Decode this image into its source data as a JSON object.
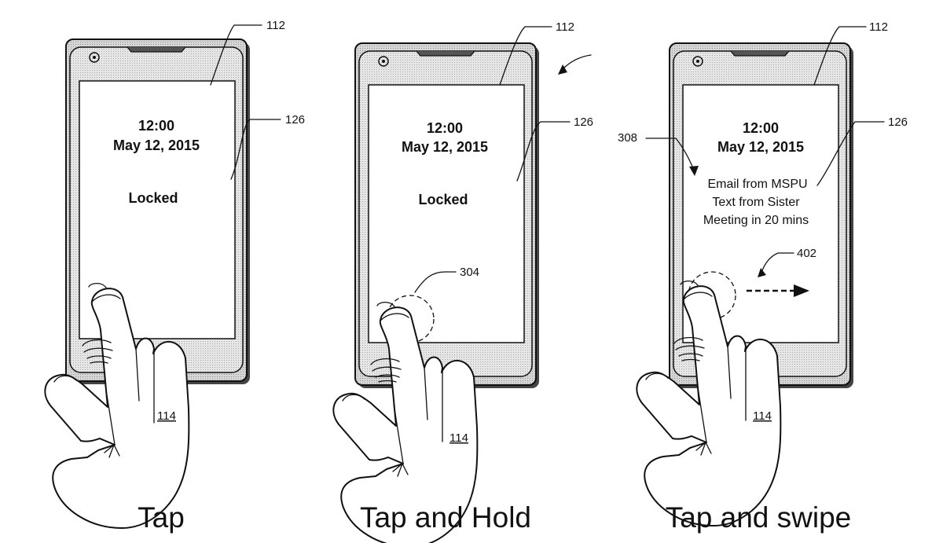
{
  "colors": {
    "ink": "#111111",
    "phone_shadow": "#444444",
    "phone_body": "#c9c9c9",
    "bezel": "#e2e2e2",
    "screen": "#ffffff"
  },
  "panels": [
    {
      "caption": "Tap",
      "ref_device": "112",
      "ref_screen": "126",
      "time": "12:00",
      "date": "May 12, 2015",
      "status": "Locked",
      "ref_hand": "114"
    },
    {
      "caption": "Tap and Hold",
      "ref_device": "112",
      "ref_screen": "126",
      "ref_touch": "304",
      "time": "12:00",
      "date": "May 12, 2015",
      "status": "Locked",
      "ref_hand": "114"
    },
    {
      "caption": "Tap and swipe",
      "ref_device": "112",
      "ref_screen": "126",
      "ref_notifications": "308",
      "ref_swipe": "402",
      "time": "12:00",
      "date": "May 12, 2015",
      "notifications": [
        "Email from MSPU",
        "Text from Sister",
        "Meeting in 20 mins"
      ],
      "ref_hand": "114"
    }
  ]
}
